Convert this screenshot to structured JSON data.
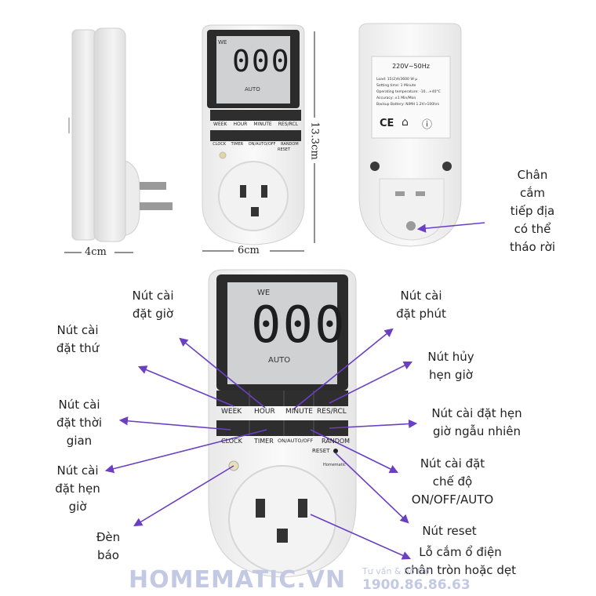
{
  "device": {
    "lcd_day": "WE",
    "lcd_digits": "000",
    "lcd_mode": "AUTO",
    "buttons_row1": [
      "WEEK",
      "HOUR",
      "MINUTE",
      "RES/RCL"
    ],
    "buttons_row2": [
      "CLOCK",
      "TIMER",
      "ON/AUTO/OFF",
      "RANDOM"
    ],
    "reset_label": "RESET",
    "brand_badge": "Homematic"
  },
  "back_label": {
    "voltage": "220V~50Hz",
    "lines": [
      "Load: 15(2)A/3600 W μ",
      "Setting time: 1 Minute",
      "Operating temperature: -10…+40°C",
      "Accuracy: ±1 Min/Mon",
      "Backup Battery: NiMH 1.2V>100hrs"
    ],
    "marks": [
      "CE"
    ]
  },
  "dimensions": {
    "depth": "4cm",
    "width": "6cm",
    "height": "13.3cm"
  },
  "callouts": {
    "plug_ground": [
      "Chân",
      "cắm",
      "tiếp địa",
      "có thể",
      "tháo rời"
    ],
    "hour_button": [
      "Nút cài",
      "đặt giờ"
    ],
    "minute_button": [
      "Nút cài",
      "đặt phút"
    ],
    "week_button": [
      "Nút cài",
      "đặt thứ"
    ],
    "cancel_button": [
      "Nút hủy",
      "hẹn giờ"
    ],
    "clock_button": [
      "Nút cài",
      "đặt thời",
      "gian"
    ],
    "random_button": [
      "Nút cài đặt hẹn",
      "giờ ngẫu nhiên"
    ],
    "timer_button": [
      "Nút cài",
      "đặt hẹn",
      "giờ"
    ],
    "mode_button": [
      "Nút cài đặt",
      "chế độ",
      "ON/OFF/AUTO"
    ],
    "indicator_light": [
      "Đèn",
      "báo"
    ],
    "reset_button": [
      "Nút reset"
    ],
    "socket": [
      "Lỗ cắm ổ điện",
      "chân tròn hoặc dẹt"
    ]
  },
  "watermark": {
    "brand": "HOMEMATIC.VN",
    "consult": "Tư vấn & hỗ trợ",
    "phone": "1900.86.86.63"
  },
  "colors": {
    "arrow": "#6a3fc2",
    "lcd_bg": "#cfd1d3",
    "device_frame": "#2b2b2b",
    "button": "#2e2e2e",
    "watermark": "#c3c8e3"
  }
}
